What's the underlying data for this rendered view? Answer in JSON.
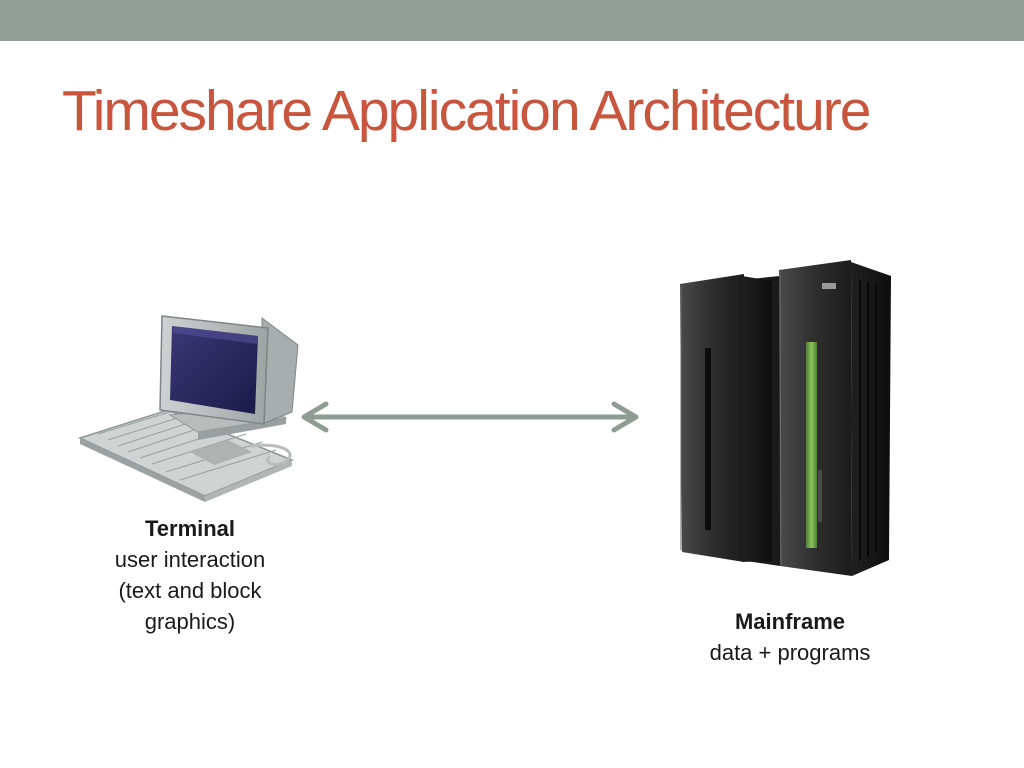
{
  "title": "Timeshare Application Architecture",
  "colors": {
    "top_bar": "#92a099",
    "title": "#c8553d",
    "arrow": "#8e9c94",
    "mainframe_light": "#6fa54a"
  },
  "terminal": {
    "icon": "crt-terminal-with-keyboard",
    "label": "Terminal",
    "lines": [
      "user interaction",
      "(text and block",
      "graphics)"
    ]
  },
  "mainframe": {
    "icon": "mainframe-server-cabinet",
    "label": "Mainframe",
    "lines": [
      "data + programs"
    ]
  },
  "connector": {
    "type": "double-headed-arrow"
  }
}
